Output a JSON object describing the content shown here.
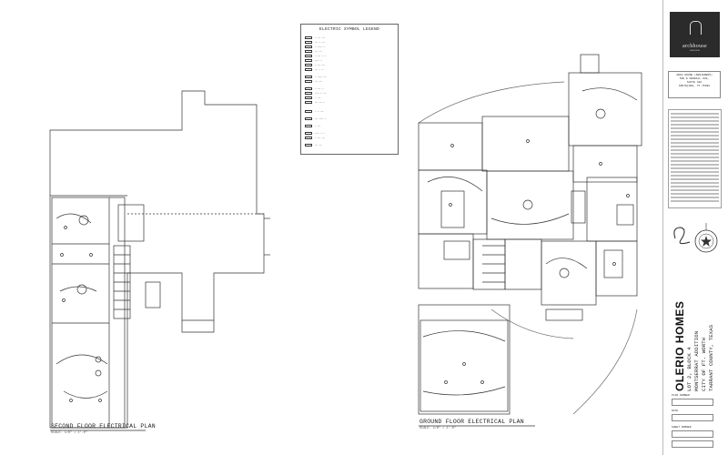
{
  "sheet": {
    "second_floor_label": "SECOND FLOOR ELECTRICAL PLAN",
    "ground_floor_label": "GROUND FLOOR ELECTRICAL PLAN",
    "scale_note": "SCALE: 1/8\" = 1'-0\""
  },
  "legend": {
    "title": "ELECTRIC SYMBOL LEGEND"
  },
  "title_block": {
    "logo_name": "archhouse",
    "logo_sub": "DESIGN",
    "firm_lines": [
      "ARCH HOUSE (DESIGNERS)",
      "500 E KENDALL AVE,",
      "SUITE 440",
      "SOUTHLAKE, TX 76092"
    ],
    "company": "OLERIO HOMES",
    "address_lines": [
      "LOT 2, BLOCK 4",
      "MONTSERRAT ADDITION",
      "CITY OF FT. WORTH",
      "TARRANT COUNTY, TEXAS"
    ],
    "plan_number_label": "PLAN NUMBER",
    "date_label": "DATE",
    "sheet_number_label": "SHEET NUMBER"
  }
}
